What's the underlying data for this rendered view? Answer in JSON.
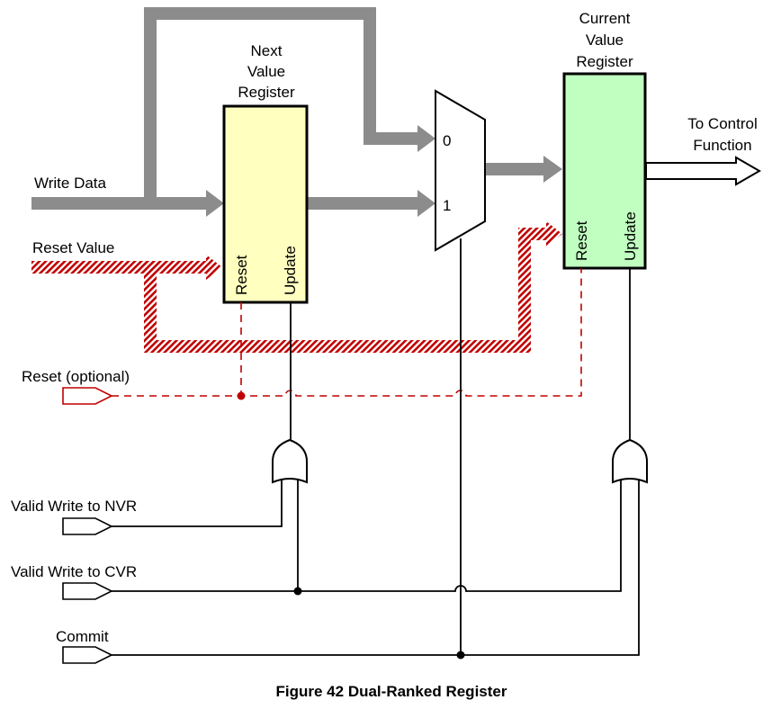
{
  "caption": "Figure 42 Dual-Ranked Register",
  "colors": {
    "bus": "#8c8c8c",
    "reset_path": "#c00000",
    "nvr_fill": "#ffffc0",
    "cvr_fill": "#c0ffc0"
  },
  "inputs": {
    "write_data": "Write Data",
    "reset_value": "Reset Value",
    "reset_optional": "Reset (optional)",
    "valid_write_nvr": "Valid Write to NVR",
    "valid_write_cvr": "Valid Write to CVR",
    "commit": "Commit"
  },
  "nvr": {
    "title": [
      "Next",
      "Value",
      "Register"
    ],
    "reset_pin": "Reset",
    "update_pin": "Update"
  },
  "cvr": {
    "title": [
      "Current",
      "Value",
      "Register"
    ],
    "reset_pin": "Reset",
    "update_pin": "Update"
  },
  "mux": {
    "input0": "0",
    "input1": "1"
  },
  "output": {
    "line1": "To Control",
    "line2": "Function"
  }
}
